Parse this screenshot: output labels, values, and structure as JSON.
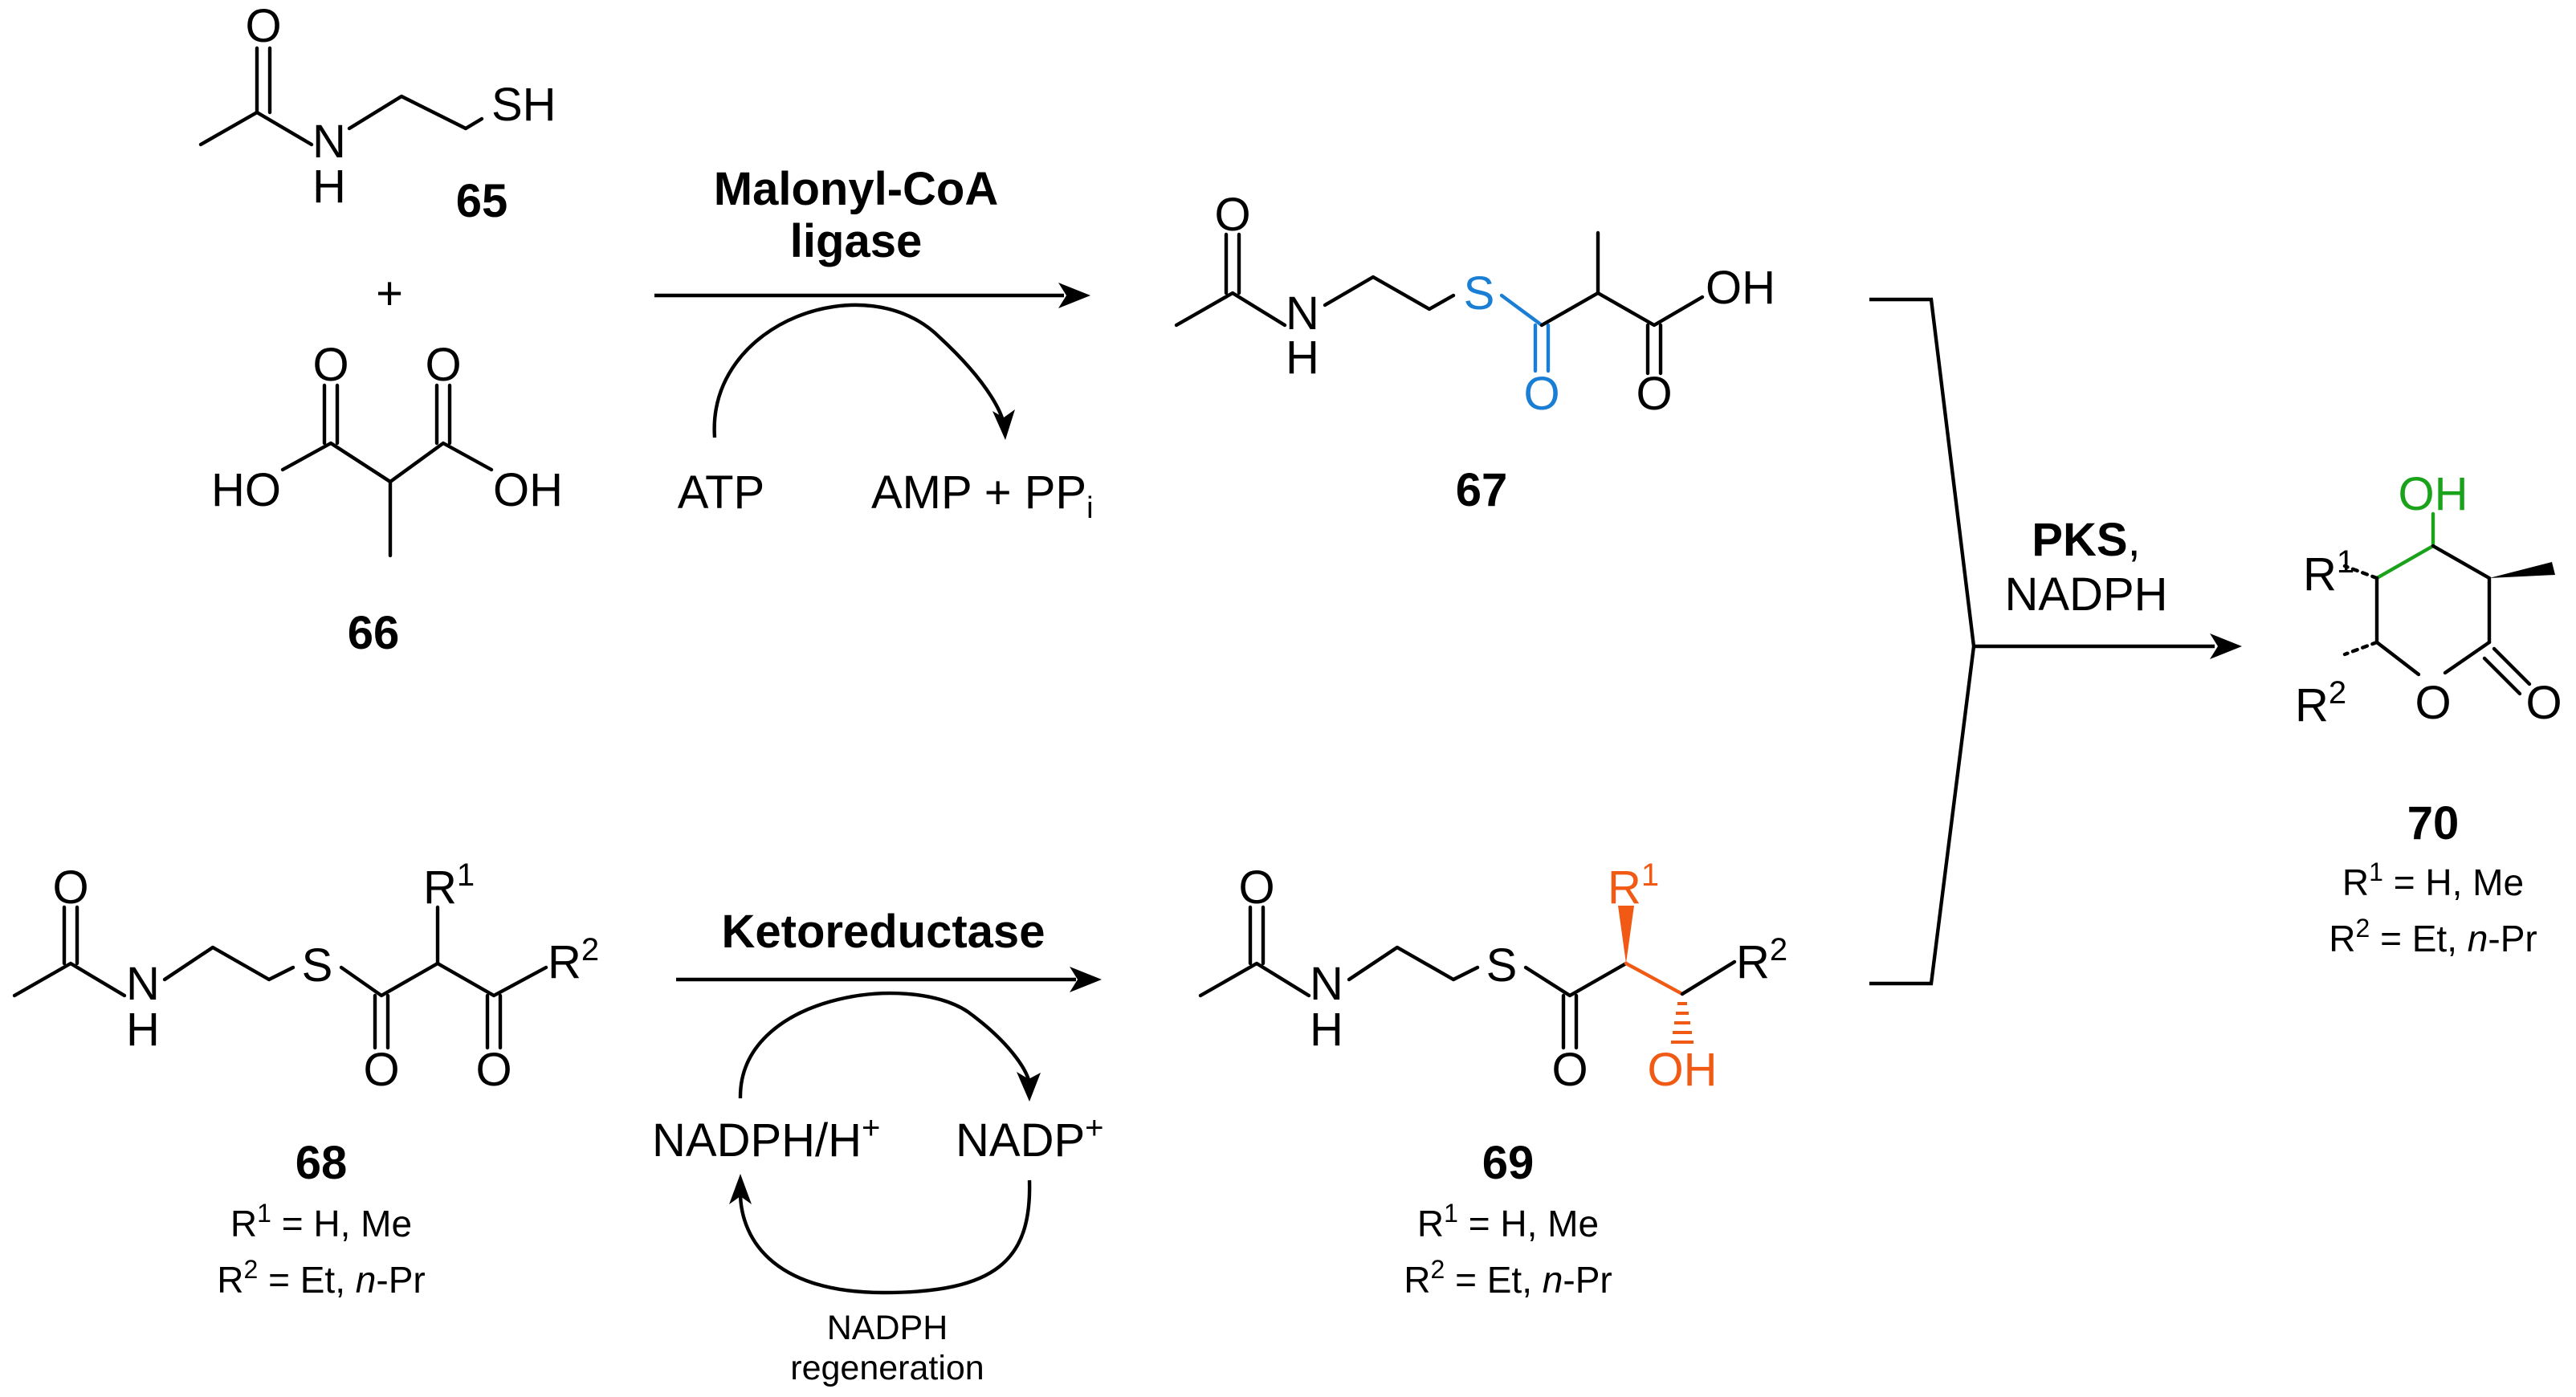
{
  "colors": {
    "blue": "#1a7fd4",
    "orange": "#f05a14",
    "green": "#1aa31a",
    "black": "#000000"
  },
  "atoms": {
    "O": "O",
    "N": "N",
    "H": "H",
    "S": "S",
    "SH": "SH",
    "OH": "OH",
    "HO": "HO",
    "R": "R",
    "sup1": "1",
    "sup2": "2"
  },
  "compounds": {
    "c65": "65",
    "c66": "66",
    "c67": "67",
    "c68": "68",
    "c69": "69",
    "c70": "70"
  },
  "plus": "+",
  "step1": {
    "enzyme_line1": "Malonyl-CoA",
    "enzyme_line2": "ligase",
    "cofactor_in": "ATP",
    "cofactor_out": "AMP + PP",
    "cofactor_out_sub": "i"
  },
  "step2": {
    "enzyme": "Ketoreductase",
    "cofactor_in": "NADPH/H",
    "cofactor_in_sup": "+",
    "cofactor_out": "NADP",
    "cofactor_out_sup": "+",
    "regen_line1": "NADPH",
    "regen_line2": "regeneration"
  },
  "step3": {
    "enzyme": "PKS",
    "enzyme_comma": ",",
    "cofactor": "NADPH"
  },
  "substituents": {
    "r1_text": " = H, Me",
    "r2_text_a": " = Et, ",
    "r2_text_italic": "n",
    "r2_text_b": "-Pr"
  }
}
